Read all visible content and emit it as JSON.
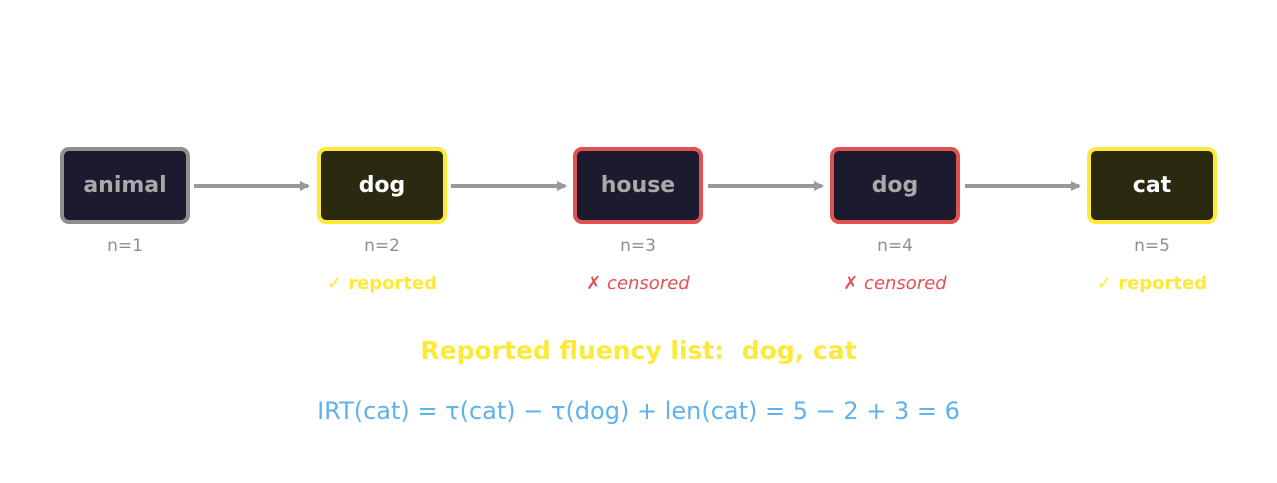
{
  "nodes": [
    {
      "word": "animal",
      "n_label": "n=1",
      "status": "",
      "kind": "start"
    },
    {
      "word": "dog",
      "n_label": "n=2",
      "status": "✓ reported",
      "kind": "reported"
    },
    {
      "word": "house",
      "n_label": "n=3",
      "status": "✗ censored",
      "kind": "censored"
    },
    {
      "word": "dog",
      "n_label": "n=4",
      "status": "✗ censored",
      "kind": "censored"
    },
    {
      "word": "cat",
      "n_label": "n=5",
      "status": "✓ reported",
      "kind": "reported"
    }
  ],
  "summary": "Reported fluency list:  dog, cat",
  "formula": "IRT(cat) = τ(cat) − τ(dog) + len(cat) = 5 − 2 + 3 = 6",
  "colors": {
    "reported": "#fde93a",
    "censored": "#e05252",
    "start": "#8f8f8f",
    "arrow": "#999999",
    "formula": "#5db3ea"
  }
}
